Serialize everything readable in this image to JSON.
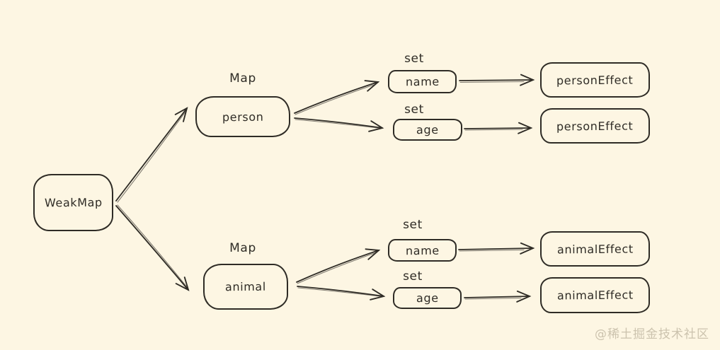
{
  "canvas": {
    "background_color": "#fdf6e3",
    "stroke_color": "#2f2c26",
    "style": "hand-drawn sketch diagram"
  },
  "diagram": {
    "root_label": "WeakMap",
    "branches": [
      {
        "map_title": "Map",
        "map_label": "person",
        "entries": [
          {
            "op": "set",
            "key": "name",
            "effect": "personEffect"
          },
          {
            "op": "set",
            "key": "age",
            "effect": "personEffect"
          }
        ]
      },
      {
        "map_title": "Map",
        "map_label": "animal",
        "entries": [
          {
            "op": "set",
            "key": "name",
            "effect": "animalEffect"
          },
          {
            "op": "set",
            "key": "age",
            "effect": "animalEffect"
          }
        ]
      }
    ],
    "edges": [
      {
        "from": "WeakMap",
        "to": "person"
      },
      {
        "from": "WeakMap",
        "to": "animal"
      },
      {
        "from": "person",
        "to": "set name"
      },
      {
        "from": "person",
        "to": "set age"
      },
      {
        "from": "person set name",
        "to": "personEffect"
      },
      {
        "from": "person set age",
        "to": "personEffect"
      },
      {
        "from": "animal",
        "to": "set name"
      },
      {
        "from": "animal",
        "to": "set age"
      },
      {
        "from": "animal set name",
        "to": "animalEffect"
      },
      {
        "from": "animal set age",
        "to": "animalEffect"
      }
    ]
  },
  "watermark": {
    "text": "@稀土掘金技术社区",
    "color": "#ccc3ae"
  }
}
